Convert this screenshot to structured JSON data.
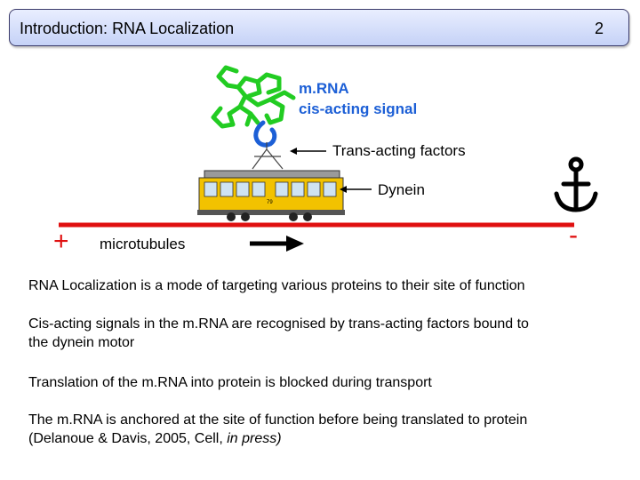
{
  "header": {
    "title": "Introduction: RNA Localization",
    "page_number": "2"
  },
  "diagram": {
    "mrna_label": "m.RNA",
    "cis_label": "cis-acting signal",
    "trans_label": "Trans-acting factors",
    "dynein_label": "Dynein",
    "microtubules_label": "microtubules",
    "plus_end": "+",
    "minus_end": "-",
    "tram_number": "79",
    "colors": {
      "mrna": "#22cc22",
      "signal": "#1c5fd6",
      "microtubule": "#e01010",
      "tram": "#f2c200"
    }
  },
  "body": {
    "p1": "RNA Localization is a mode of targeting various proteins to their site of function",
    "p2_line1": "Cis-acting signals in the m.RNA are recognised by trans-acting factors bound to",
    "p2_line2": "the dynein motor",
    "p3": "Translation of the m.RNA into protein is blocked during transport",
    "p4_line1": "The m.RNA is anchored at the site of function before being translated to protein",
    "p4_line2_plain": "(Delanoue & Davis, 2005, Cell, ",
    "p4_line2_italic": "in press)"
  }
}
